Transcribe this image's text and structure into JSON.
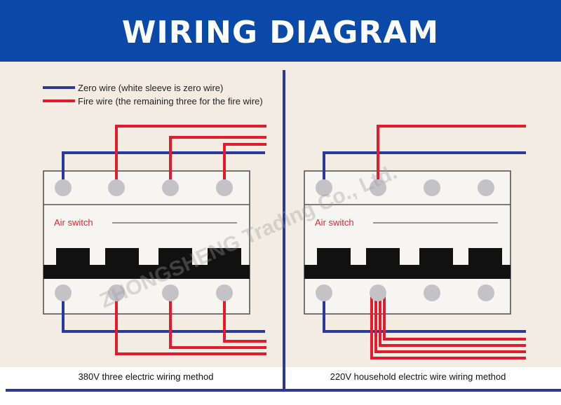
{
  "header": {
    "title": "WIRING DIAGRAM"
  },
  "legend": {
    "zero_wire": "Zero wire (white sleeve is zero wire)",
    "fire_wire": "Fire wire (the remaining three for the fire wire)"
  },
  "left_panel": {
    "switch_label": "Air switch",
    "caption": "380V three electric wiring method"
  },
  "right_panel": {
    "switch_label": "Air switch",
    "caption": "220V household electric wire wiring method"
  },
  "watermark": "ZHONGSHENG Trading Co., Ltd.",
  "colors": {
    "header_blue": "#0a49a8",
    "zero_wire": "#2b3a9a",
    "fire_wire": "#e31b2c",
    "background": "#f2ece2",
    "label_red": "#e3263a"
  }
}
